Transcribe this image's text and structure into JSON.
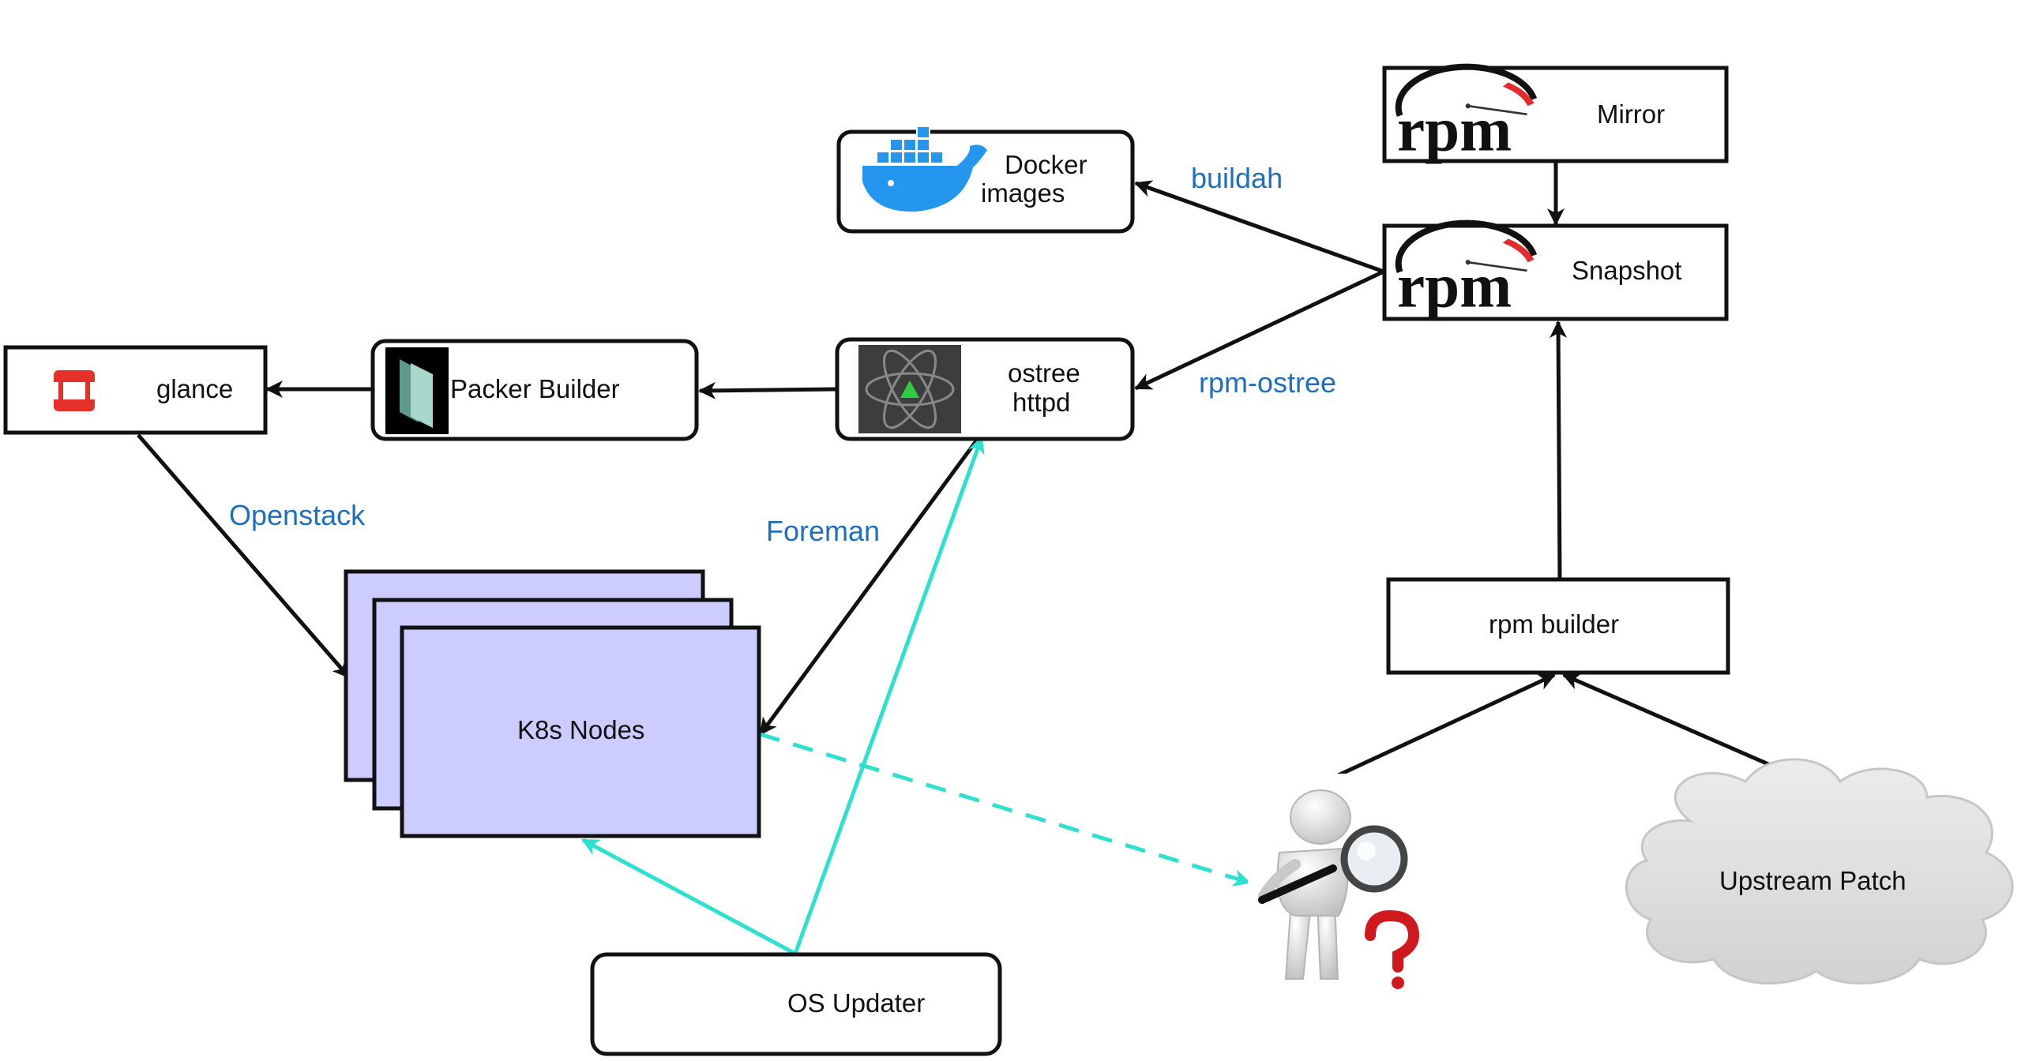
{
  "nodes": {
    "mirror": "Mirror",
    "snapshot": "Snapshot",
    "docker": [
      "Docker",
      "images"
    ],
    "ostree": [
      "ostree",
      "httpd"
    ],
    "packer": "Packer Builder",
    "glance": "glance",
    "k8s": "K8s Nodes",
    "rpm_builder": "rpm builder",
    "upstream": "Upstream  Patch",
    "os_updater": "OS Updater"
  },
  "edges": {
    "buildah": "buildah",
    "rpm_ostree": "rpm-ostree",
    "openstack": "Openstack",
    "foreman": "Foreman"
  },
  "logos": {
    "rpm_word": "rpm"
  },
  "colors": {
    "edge_label": "#1f6fbf",
    "teal": "#2ee0cf",
    "k8s_fill": "#ccccff",
    "rpm_red": "#e52b2b",
    "docker_blue": "#2496ed",
    "openstack_red": "#e4322b",
    "atom_green": "#2ecc40"
  },
  "icons": [
    "rpm-logo-icon",
    "docker-whale-icon",
    "atom-icon",
    "packer-icon",
    "openstack-icon",
    "magnifier-person-icon",
    "question-mark-icon",
    "cloud-icon"
  ]
}
